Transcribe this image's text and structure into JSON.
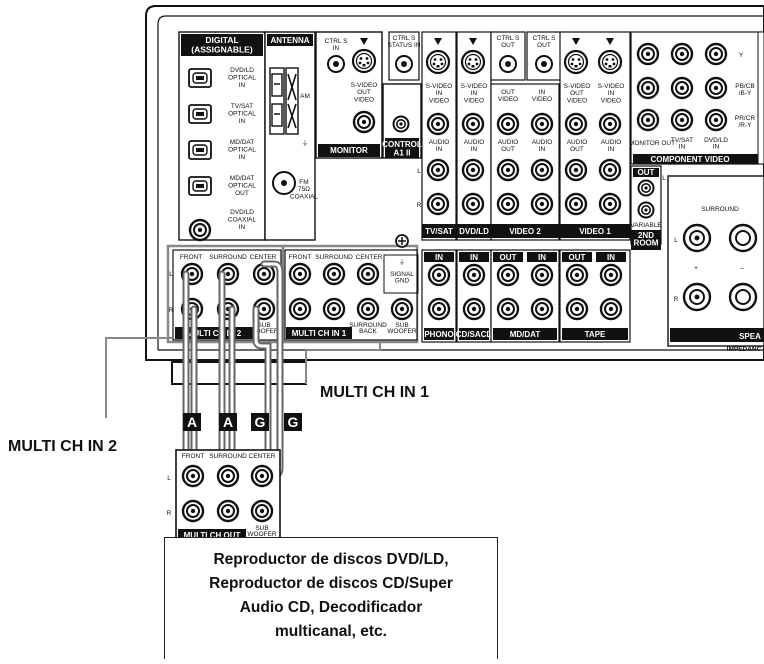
{
  "receiver": {
    "digital_header": "DIGITAL\n(ASSIGNABLE)",
    "digital_ports": [
      "DVD/LD\nOPTICAL\nIN",
      "TV/SAT\nOPTICAL\nIN",
      "MD/DAT\nOPTICAL\nIN",
      "MD/DAT\nOPTICAL\nOUT",
      "DVD/LD\nCOAXIAL\nIN"
    ],
    "antenna_header": "ANTENNA",
    "antenna_am": "AM",
    "antenna_fm": "FM\n75Ω\nCOAXIAL",
    "ctrl_s_in": "CTRL S\nIN",
    "ctrl_s_status_in": "CTRL S\nSTATUS IN",
    "ctrl_s_out_1": "CTRL S\nOUT",
    "ctrl_s_out_2": "CTRL S\nOUT",
    "s_video_out_video": "S-VIDEO\nOUT\nVIDEO",
    "monitor_label": "MONITOR",
    "control_label": "CONTROL\nA1 II",
    "video_labels": {
      "svideo_in_1": "S-VIDEO\nIN\nVIDEO",
      "svideo_in_2": "S-VIDEO\nIN\nVIDEO",
      "out_video": "OUT\nVIDEO",
      "in_video": "IN\nVIDEO",
      "svideo_out_video": "S-VIDEO\nOUT\nVIDEO",
      "svideo_in_video_3": "S-VIDEO\nIN\nVIDEO"
    },
    "audio_labels": {
      "audio_in_1": "AUDIO\nIN",
      "audio_in_2": "AUDIO\nIN",
      "audio_out": "AUDIO\nOUT",
      "audio_in_3": "AUDIO\nIN",
      "audio_out_2": "AUDIO\nOUT",
      "audio_in_4": "AUDIO\nIN"
    },
    "channel_l": "L",
    "channel_r": "R",
    "section_labels": [
      "TV/SAT",
      "DVD/LD",
      "VIDEO 2",
      "VIDEO 1"
    ],
    "second_room": "2ND\nROOM",
    "second_room_out": "OUT",
    "variable": "VARIABLE",
    "component_video": "COMPONENT VIDEO",
    "component_sub": [
      "MONITOR OUT",
      "TV/SAT\nIN",
      "DVD/LD\nIN"
    ],
    "component_y": "Y",
    "component_pb": "PB/CB\n/B-Y",
    "component_pr": "PR/CR\n/R-Y",
    "speakers_surround": "SURROUND",
    "speakers_plus": "+",
    "speakers_minus": "–",
    "speakers_label": "SPEA",
    "impedance": "IMPEDANC",
    "multi_ch_in_2": {
      "front": "FRONT",
      "surround": "SURROUND",
      "center": "CENTER",
      "sub": "SUB\nWOOFER",
      "label": "MULTI CH IN 2"
    },
    "multi_ch_in_1": {
      "front": "FRONT",
      "surround": "SURROUND",
      "center": "CENTER",
      "sur_back": "SURROUND\nBACK",
      "sub": "SUB\nWOOFER",
      "label": "MULTI CH IN 1"
    },
    "signal_gnd": "SIGNAL\nGND",
    "phono": {
      "in": "IN",
      "label": "PHONO"
    },
    "cd_sacd": {
      "in": "IN",
      "label": "CD/SACD"
    },
    "md_dat": {
      "out": "OUT",
      "in": "IN",
      "label": "MD/DAT"
    },
    "tape": {
      "out": "OUT",
      "in": "IN",
      "label": "TAPE"
    }
  },
  "callouts": {
    "multi_ch_in_1": "MULTI CH IN 1",
    "multi_ch_in_2": "MULTI CH IN 2"
  },
  "tags": [
    "A",
    "A",
    "G",
    "G"
  ],
  "player": {
    "front": "FRONT",
    "surround": "SURROUND",
    "center": "CENTER",
    "sub": "SUB\nWOOFER",
    "l": "L",
    "r": "R",
    "out_label": "MULTI CH OUT",
    "description": "Reproductor de discos DVD/LD,\nReproductor de discos CD/Super\nAudio CD, Decodificador\nmulticanal, etc."
  }
}
